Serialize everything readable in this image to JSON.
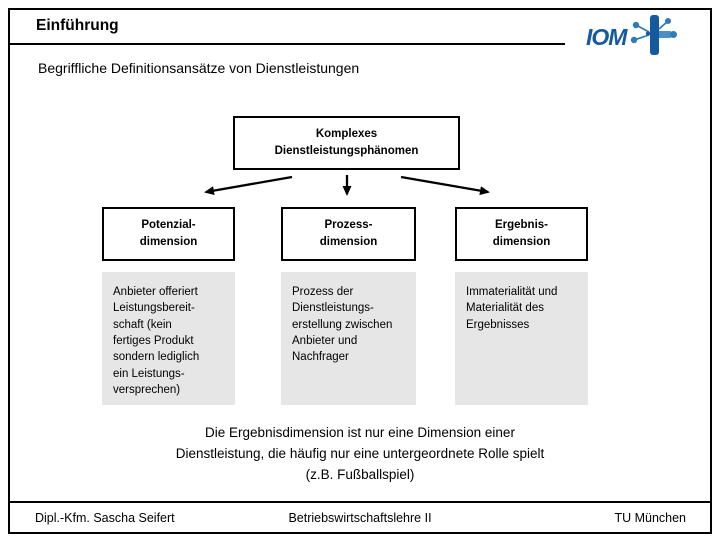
{
  "slide": {
    "title": "Einführung",
    "subtitle": "Begriffliche Definitionsansätze von Dienstleistungen",
    "logo": {
      "text": "IOM",
      "icon": "plus-network-icon",
      "color_dark": "#155a9e",
      "color_mid": "#2f7ab8",
      "color_light": "#4a90c4"
    },
    "diagram": {
      "root_box": "Komplexes\nDienstleistungsphänomen",
      "columns": [
        {
          "heading": "Potenzial-\ndimension",
          "body": "Anbieter offeriert\nLeistungsbereit-\nschaft (kein\nfertiges Produkt\nsondern lediglich\nein Leistungs-\nversprechen)"
        },
        {
          "heading": "Prozess-\ndimension",
          "body": "Prozess der\nDienstleistungs-\nerstellung zwischen\nAnbieter und\nNachfrager"
        },
        {
          "heading": "Ergebnis-\ndimension",
          "body": "Immaterialität und\nMaterialität des\nErgebnisses"
        }
      ]
    },
    "statement": "Die Ergebnisdimension ist nur eine Dimension einer\nDienstleistung, die häufig nur eine untergeordnete Rolle spielt\n(z.B. Fußballspiel)",
    "footer": {
      "left": "Dipl.-Kfm. Sascha Seifert",
      "center": "Betriebswirtschaftslehre II",
      "right": "TU München"
    },
    "colors": {
      "box_gray": "#e6e6e6",
      "border_black": "#000000",
      "logo_blue": "#155a9e"
    }
  }
}
